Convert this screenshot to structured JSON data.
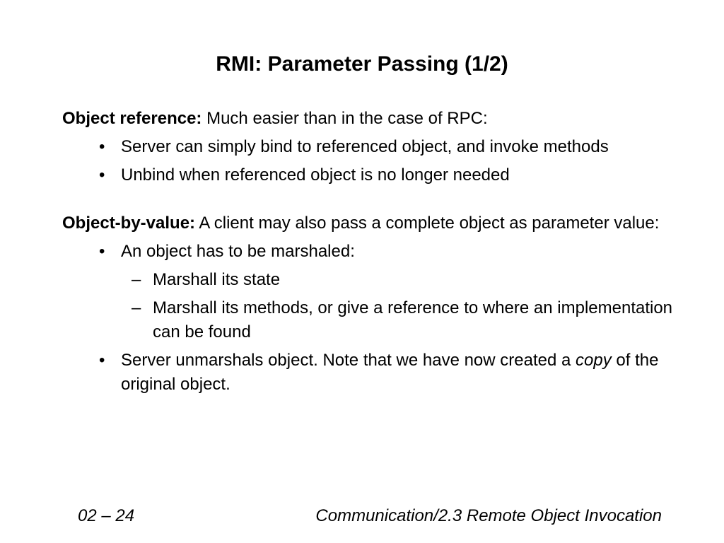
{
  "slide": {
    "title": "RMI: Parameter Passing (1/2)",
    "sections": [
      {
        "term": "Object reference:",
        "text": " Much easier than in the case of RPC:",
        "bullets": [
          {
            "marker": "•",
            "text": "Server can simply bind to referenced object, and invoke methods"
          },
          {
            "marker": "•",
            "text": "Unbind when referenced object is no longer needed"
          }
        ]
      },
      {
        "term": "Object-by-value:",
        "text": " A client may also pass a complete object as parameter value:",
        "bullet1": {
          "marker": "•",
          "text": "An object has to be marshaled:"
        },
        "subbullets": [
          {
            "marker": "–",
            "text": "Marshall its state"
          },
          {
            "marker": "–",
            "text": "Marshall its methods, or give a reference to where an implementation can be found"
          }
        ],
        "bullet2": {
          "marker": "•",
          "text_before": "Server unmarshals object. Note that we have now created a ",
          "emph": "copy",
          "text_after": " of the original object."
        }
      }
    ]
  },
  "footer": {
    "left": "02 – 24",
    "right": "Communication/2.3 Remote Object Invocation"
  }
}
